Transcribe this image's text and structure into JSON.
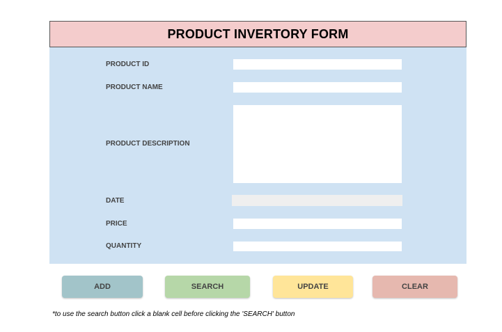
{
  "form": {
    "title": "PRODUCT INVERTORY FORM",
    "fields": {
      "product_id": {
        "label": "PRODUCT ID",
        "value": ""
      },
      "product_name": {
        "label": "PRODUCT NAME",
        "value": ""
      },
      "product_description": {
        "label": "PRODUCT DESCRIPTION",
        "value": ""
      },
      "date": {
        "label": "DATE",
        "value": ""
      },
      "price": {
        "label": "PRICE",
        "value": ""
      },
      "quantity": {
        "label": "QUANTITY",
        "value": ""
      }
    }
  },
  "buttons": {
    "add": {
      "label": "ADD",
      "color": "#a2c4c9"
    },
    "search": {
      "label": "SEARCH",
      "color": "#b6d7a8"
    },
    "update": {
      "label": "UPDATE",
      "color": "#ffe599"
    },
    "clear": {
      "label": "CLEAR",
      "color": "#e6b8af"
    }
  },
  "footnote": "*to use the search button click a blank cell before clicking the 'SEARCH' button",
  "colors": {
    "title_background": "#f4cccc",
    "form_background": "#cfe2f3",
    "readonly_field": "#efefef"
  }
}
